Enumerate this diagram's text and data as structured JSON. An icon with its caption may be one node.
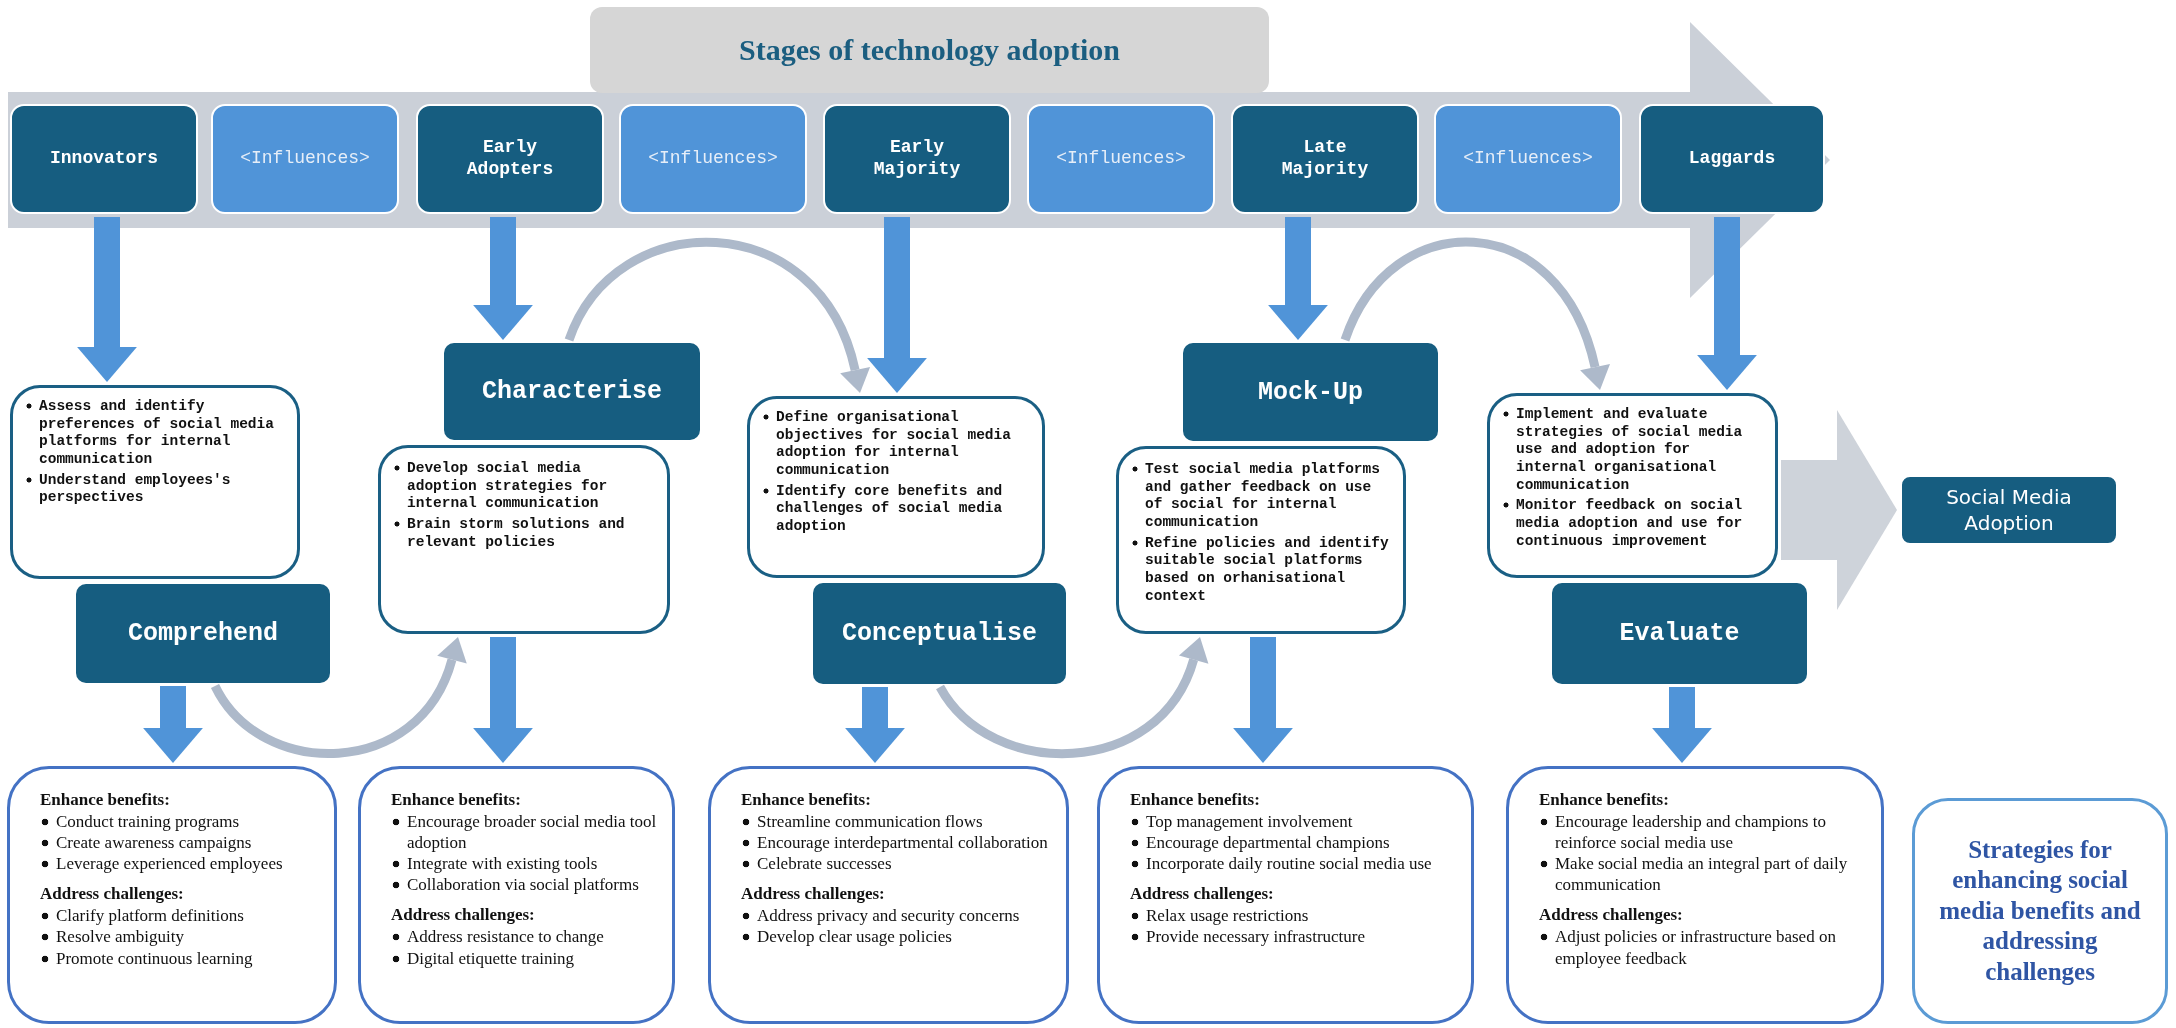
{
  "diagram": {
    "title": "Stages of technology adoption",
    "nodes": [
      {
        "text": [
          "Innovators"
        ]
      },
      {
        "text": [
          "<Influences>"
        ]
      },
      {
        "text": [
          "Early Adopters"
        ]
      },
      {
        "text": [
          "<Influences>"
        ]
      },
      {
        "text": [
          "Early Majority"
        ]
      },
      {
        "text": [
          "<Influences>"
        ]
      },
      {
        "text": [
          "Late Majority"
        ]
      },
      {
        "text": [
          "<Influences>"
        ]
      },
      {
        "text": [
          "Laggards"
        ]
      },
      {
        "text": [
          "Assess and identify preferences of social media platforms for internal communication",
          "Understand employees's perspectives"
        ]
      },
      {
        "text": [
          "Comprehend"
        ]
      },
      {
        "text": [
          "Characterise"
        ]
      },
      {
        "text": [
          "Develop social media adoption strategies for internal communication",
          "Brain storm solutions and relevant policies"
        ]
      },
      {
        "text": [
          "Define organisational objectives for social media adoption for internal communication",
          "Identify core benefits and challenges of social media adoption"
        ]
      },
      {
        "text": [
          "Conceptualise"
        ]
      },
      {
        "text": [
          "Mock-Up"
        ]
      },
      {
        "text": [
          "Test social media platforms and gather feedback on use of social for internal communication",
          "Refine policies and identify suitable social platforms based on orhanisational context"
        ]
      },
      {
        "text": [
          "Implement and evaluate strategies of social media use and adoption for internal organisational communication",
          "Monitor feedback on social media adoption and use for continuous improvement"
        ]
      },
      {
        "text": [
          "Evaluate"
        ]
      },
      {
        "text": [
          "Social Media Adoption"
        ]
      },
      {
        "text": [
          "Enhance benefits:",
          "Conduct training programs",
          "Create awareness campaigns",
          "Leverage experienced employees",
          "Address challenges:",
          "Clarify platform definitions",
          "Resolve ambiguity",
          "Promote continuous learning"
        ]
      },
      {
        "text": [
          "Enhance benefits:",
          "Encourage broader social media tool adoption",
          "Integrate with existing tools",
          "Collaboration via social platforms",
          "Address challenges:",
          "Address resistance to change",
          "Digital etiquette training"
        ]
      },
      {
        "text": [
          "Enhance benefits:",
          "Streamline communication flows",
          "Encourage interdepartmental collaboration",
          "Celebrate successes",
          "Address challenges:",
          "Address privacy and security concerns",
          "Develop clear usage policies"
        ]
      },
      {
        "text": [
          "Enhance benefits:",
          "Top management involvement",
          "Encourage departmental champions",
          "Incorporate daily routine social media use",
          "Address challenges:",
          "Relax usage restrictions",
          "Provide necessary infrastructure"
        ]
      },
      {
        "text": [
          "Enhance benefits:",
          "Encourage leadership and champions to reinforce social media use",
          "Make social media an integral part of daily communication",
          "Address challenges:",
          "Adjust policies or infrastructure based on employee feedback"
        ]
      },
      {
        "text": [
          "Strategies for enhancing social media benefits and addressing challenges"
        ]
      }
    ],
    "edges": [
      {
        "from": 0,
        "to": 9,
        "arrow": "to"
      },
      {
        "from": 2,
        "to": 11,
        "arrow": "to"
      },
      {
        "from": 4,
        "to": 13,
        "arrow": "to"
      },
      {
        "from": 6,
        "to": 15,
        "arrow": "to"
      },
      {
        "from": 8,
        "to": 17,
        "arrow": "to"
      },
      {
        "from": 10,
        "to": 20,
        "arrow": "to"
      },
      {
        "from": 12,
        "to": 21,
        "arrow": "to"
      },
      {
        "from": 14,
        "to": 22,
        "arrow": "to"
      },
      {
        "from": 16,
        "to": 23,
        "arrow": "to"
      },
      {
        "from": 18,
        "to": 24,
        "arrow": "to"
      },
      {
        "from": 11,
        "to": 13,
        "arrow": "to",
        "color": "#adb9ca"
      },
      {
        "from": 15,
        "to": 17,
        "arrow": "to",
        "color": "#adb9ca"
      },
      {
        "from": 10,
        "to": 12,
        "arrow": "to",
        "color": "#adb9ca"
      },
      {
        "from": 14,
        "to": 16,
        "arrow": "to",
        "color": "#adb9ca"
      },
      {
        "from": 17,
        "to": 19,
        "arrow": "to",
        "style": "thick",
        "color": "#ced3da"
      }
    ]
  }
}
